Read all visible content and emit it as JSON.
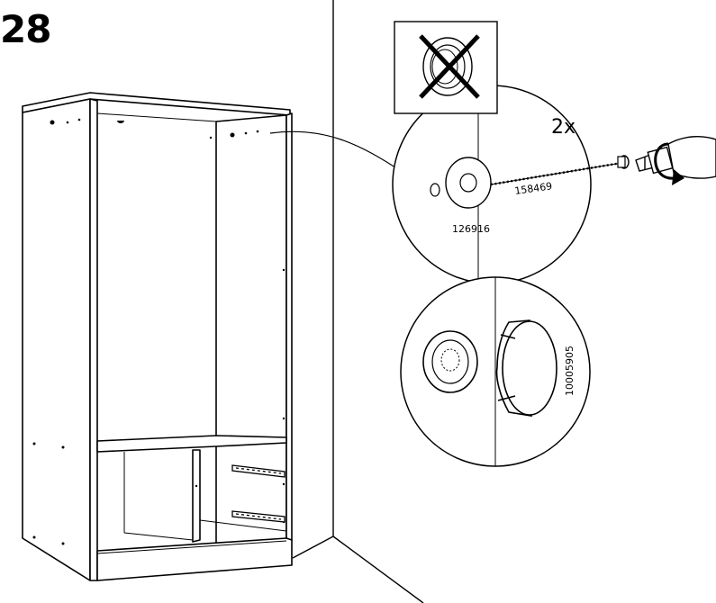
{
  "step": {
    "number": "28"
  },
  "callout": {
    "quantity": "2x",
    "screw_part_no": "158469",
    "washer_part_no": "126916",
    "cap_part_no": "10005905"
  },
  "icons": {
    "forbidden": "crossed-out-cap-icon",
    "tool": "screwdriver-icon",
    "rotation": "clockwise-rotate-icon"
  },
  "colors": {
    "line": "#000000",
    "background": "#ffffff",
    "fill_light": "#ffffff"
  }
}
